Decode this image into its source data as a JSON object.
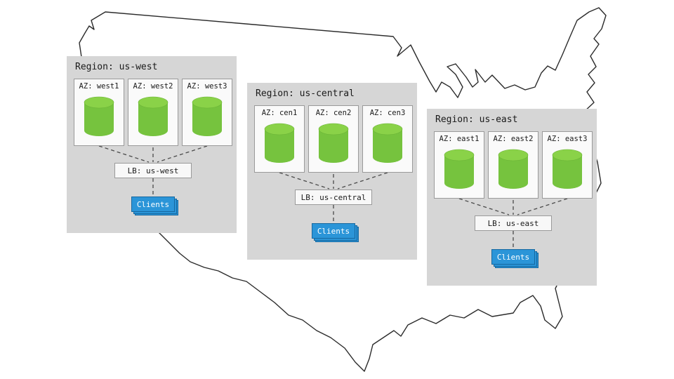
{
  "diagram": {
    "regions": [
      {
        "title": "Region: us-west",
        "azs": [
          "AZ: west1",
          "AZ: west2",
          "AZ: west3"
        ],
        "lb": "LB: us-west",
        "clients": "Clients"
      },
      {
        "title": "Region: us-central",
        "azs": [
          "AZ: cen1",
          "AZ: cen2",
          "AZ: cen3"
        ],
        "lb": "LB: us-central",
        "clients": "Clients"
      },
      {
        "title": "Region: us-east",
        "azs": [
          "AZ: east1",
          "AZ: east2",
          "AZ: east3"
        ],
        "lb": "LB: us-east",
        "clients": "Clients"
      }
    ],
    "colors": {
      "region_bg": "#d6d6d6",
      "az_bg": "#fafafa",
      "cylinder_body": "#76c33e",
      "cylinder_top": "#8ad248",
      "clients_bg": "#2b95d8",
      "line": "#4a4a4a",
      "map_outline": "#2b2b2b"
    }
  }
}
